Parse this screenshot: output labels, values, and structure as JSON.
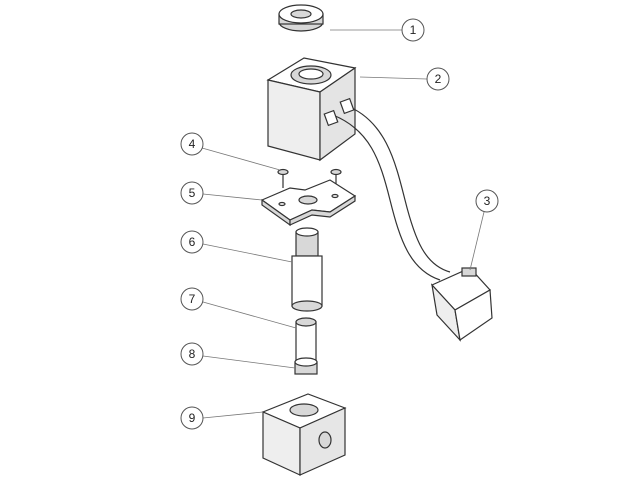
{
  "diagram": {
    "type": "exploded parts view",
    "callouts": [
      "1",
      "2",
      "3",
      "4",
      "5",
      "6",
      "7",
      "8",
      "9"
    ]
  }
}
